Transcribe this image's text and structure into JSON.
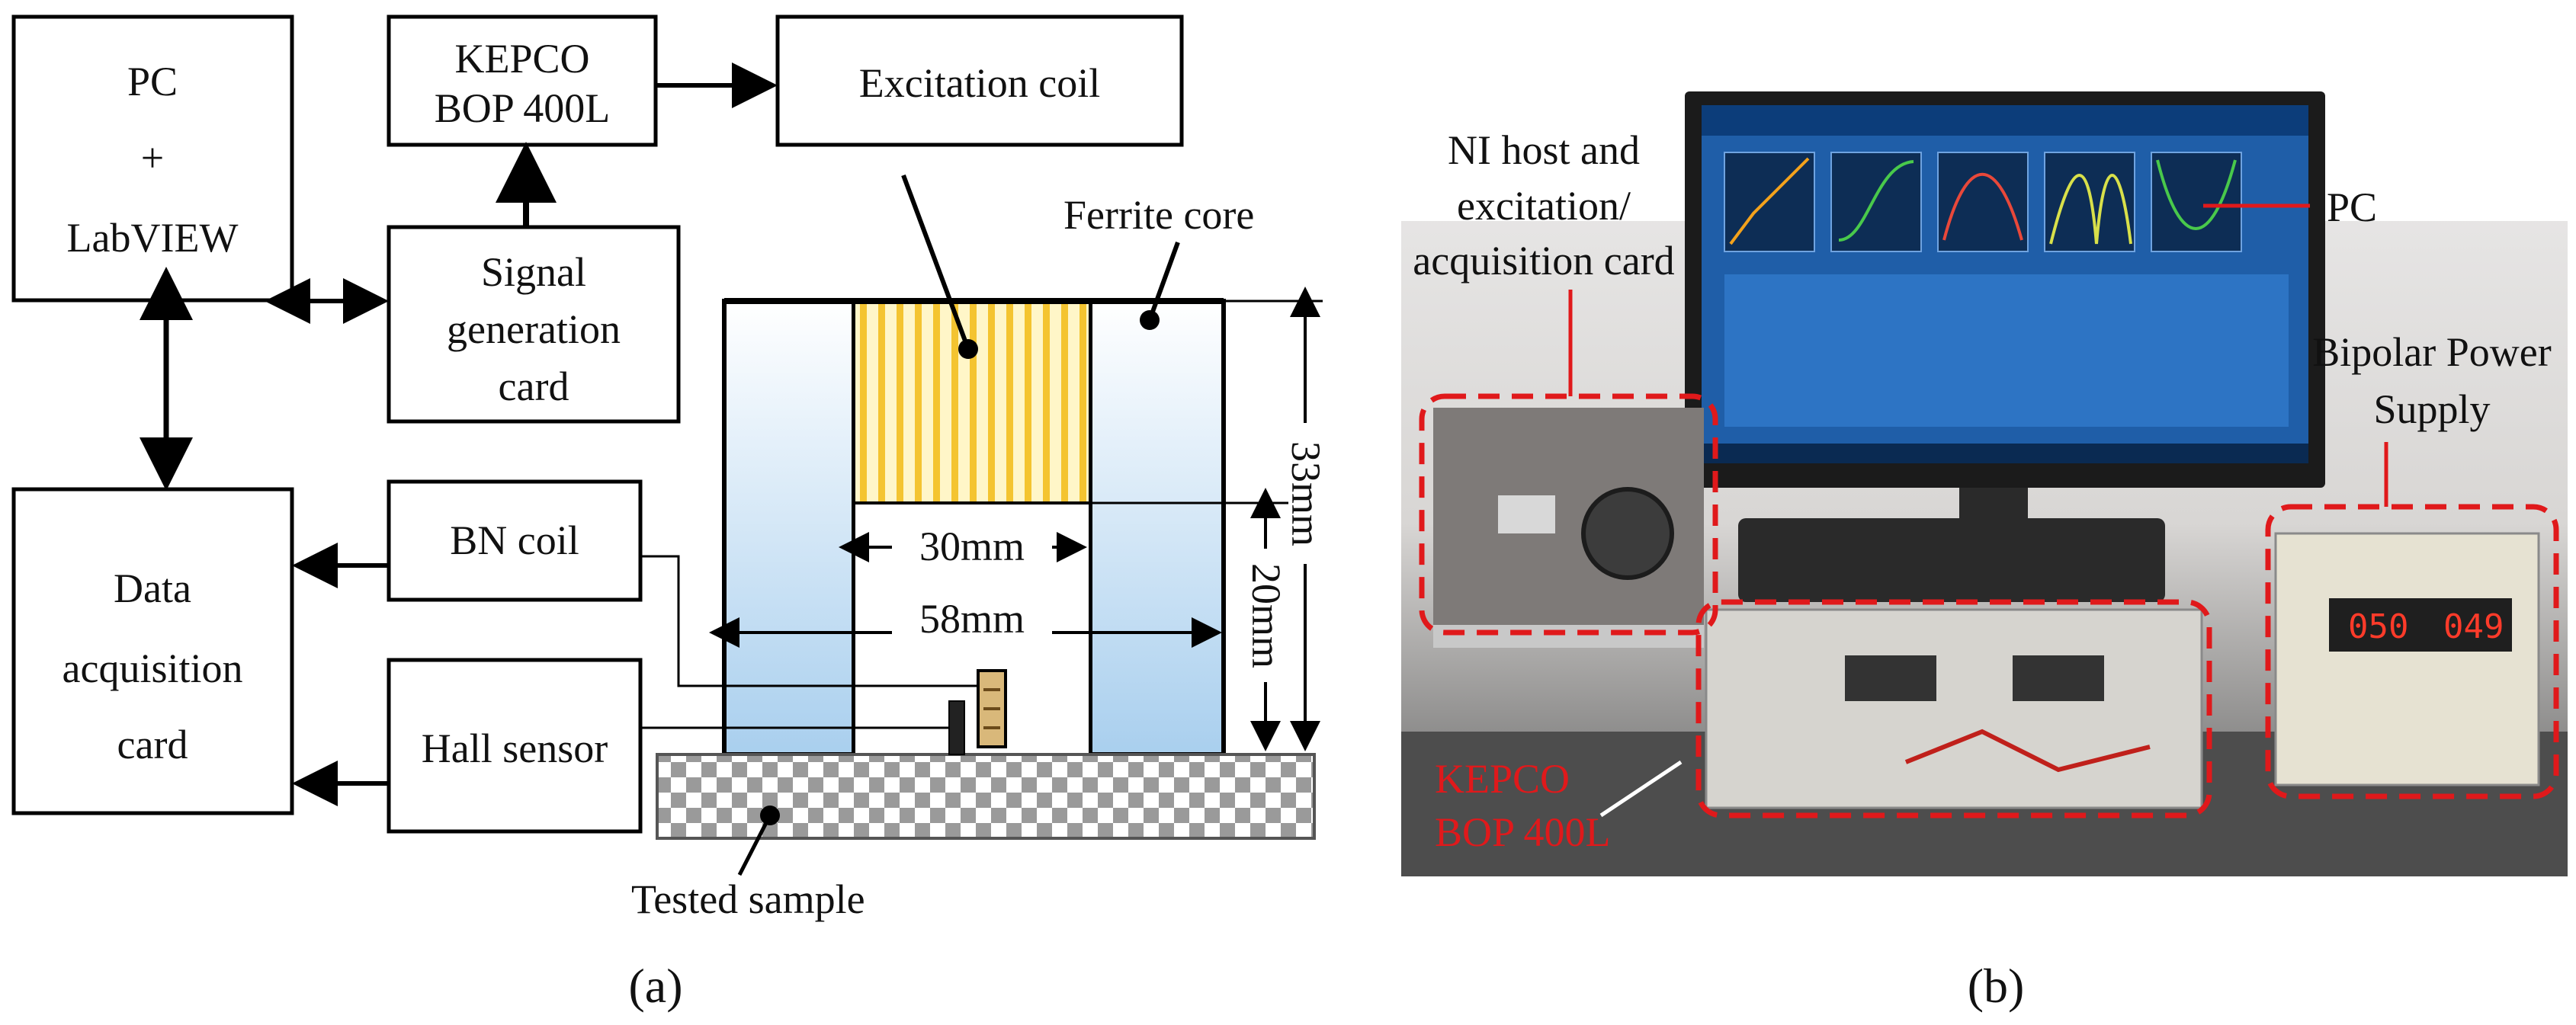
{
  "panel_a": {
    "blocks": {
      "pc": [
        "PC",
        "+",
        "LabVIEW"
      ],
      "kepco": [
        "KEPCO",
        "BOP 400L"
      ],
      "excitation": [
        "Excitation coil"
      ],
      "signal": [
        "Signal",
        "generation",
        "card"
      ],
      "daq": [
        "Data",
        "acquisition",
        "card"
      ],
      "bn": [
        "BN coil"
      ],
      "hall": [
        "Hall sensor"
      ]
    },
    "labels": {
      "ferrite": "Ferrite core",
      "d30": "30mm",
      "d58": "58mm",
      "d33": "33mm",
      "d20": "20mm",
      "sample": "Tested sample"
    },
    "caption": "(a)"
  },
  "panel_b": {
    "labels": {
      "ni": [
        "NI host and",
        "excitation/",
        "acquisition card"
      ],
      "pc": "PC",
      "bipolar": [
        "Bipolar Power",
        "Supply"
      ],
      "kepco": [
        "KEPCO",
        "BOP 400L"
      ]
    },
    "display": {
      "left": "050",
      "right": "049"
    },
    "caption": "(b)"
  }
}
